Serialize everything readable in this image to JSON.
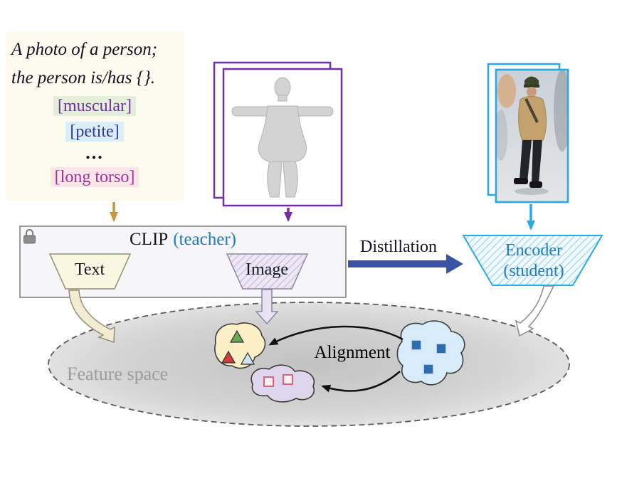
{
  "prompt": {
    "line1": "A photo of a person;",
    "line2": "the person is/has {}.",
    "ellipsis": "...",
    "tokens": [
      {
        "label": "[muscular]",
        "text_color": "#7030a0",
        "highlight_color": "#e3efd9"
      },
      {
        "label": "[petite]",
        "text_color": "#2f3699",
        "highlight_color": "#d9eef6"
      },
      {
        "label": "[long torso]",
        "text_color": "#a0329c",
        "highlight_color": "#fbe5e8"
      }
    ]
  },
  "clip": {
    "title_main": "CLIP",
    "title_role": "(teacher)",
    "text_encoder_label": "Text",
    "image_encoder_label": "Image"
  },
  "distillation": {
    "label": "Distillation"
  },
  "student": {
    "label_line1": "Encoder",
    "label_line2": "(student)"
  },
  "feature_space": {
    "label": "Feature space",
    "alignment_label": "Alignment"
  },
  "icons": {
    "clip_lock": "lock"
  },
  "colors": {
    "teacher_role_text": "#1f7bc0",
    "student_text": "#1f7bc0",
    "mesh_frame": "#7030a0",
    "photo_frame": "#29abe2",
    "prompt_arrow": "#c9973b",
    "mesh_arrow": "#7030a0",
    "photo_arrow": "#29abe2",
    "distillation_arrow": "#3953a4",
    "feature_space_fill": "#d3d3d3",
    "feature_space_label": "#9b9b9b",
    "text_cluster_fill": "#fbefc6",
    "mesh_cluster_fill": "#ded6eb",
    "image_cluster_fill": "#d8ebf8"
  }
}
